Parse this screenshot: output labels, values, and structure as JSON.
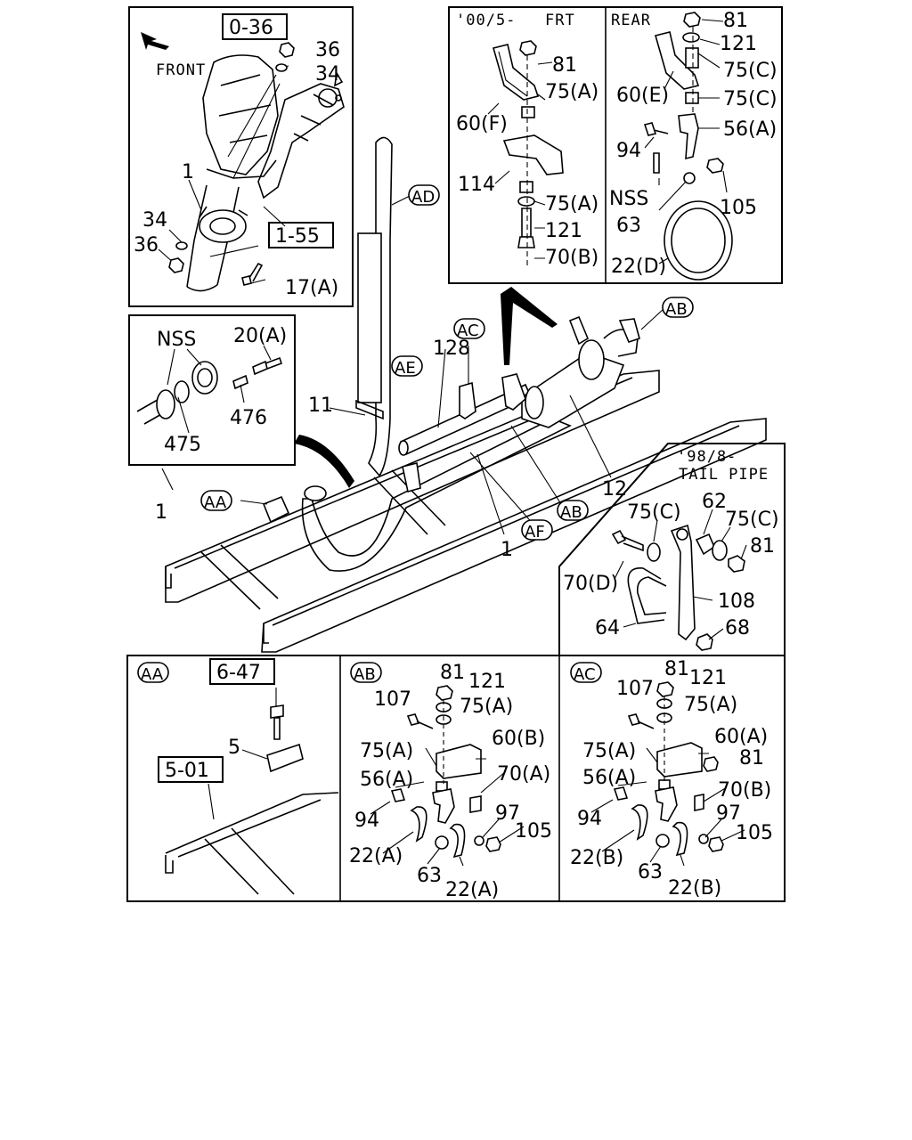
{
  "detail_boxes": [
    {
      "id": "engine",
      "ref_box": "0-36",
      "ref_box2": "1-55",
      "front": "FRONT",
      "callouts": [
        "36",
        "34",
        "1",
        "34",
        "36",
        "17(A)"
      ]
    },
    {
      "id": "flange",
      "callouts": [
        "NSS",
        "20(A)",
        "476",
        "475"
      ],
      "group": "1"
    },
    {
      "id": "brackets",
      "date": "'00/5-",
      "frt": "FRT",
      "rear": "REAR",
      "frt_callouts": [
        "81",
        "75(A)",
        "60(F)",
        "114",
        "75(A)",
        "121",
        "70(B)"
      ],
      "rear_callouts": [
        "81",
        "121",
        "75(C)",
        "60(E)",
        "75(C)",
        "56(A)",
        "94",
        "NSS",
        "105",
        "63",
        "22(D)"
      ]
    },
    {
      "id": "tailpipe",
      "date": "'98/8-",
      "title": "TAIL PIPE",
      "callouts": [
        "75(C)",
        "62",
        "75(C)",
        "81",
        "70(D)",
        "108",
        "64",
        "68"
      ]
    },
    {
      "id": "AA",
      "tag": "AA",
      "ref_box": "6-47",
      "ref_box2": "5-01",
      "callouts": [
        "5"
      ]
    },
    {
      "id": "AB",
      "tag": "AB",
      "callouts": [
        "81",
        "121",
        "107",
        "75(A)",
        "60(B)",
        "75(A)",
        "56(A)",
        "70(A)",
        "94",
        "97",
        "105",
        "22(A)",
        "63",
        "22(A)"
      ]
    },
    {
      "id": "AC",
      "tag": "AC",
      "callouts": [
        "81",
        "121",
        "107",
        "75(A)",
        "75(A)",
        "60(A)",
        "81",
        "56(A)",
        "70(B)",
        "94",
        "97",
        "105",
        "22(B)",
        "63",
        "22(B)"
      ]
    }
  ],
  "main_view": {
    "tags": [
      "AD",
      "AE",
      "AC",
      "AB",
      "AB",
      "AF",
      "AA"
    ],
    "callouts": [
      "128",
      "11",
      "12",
      "1"
    ]
  }
}
